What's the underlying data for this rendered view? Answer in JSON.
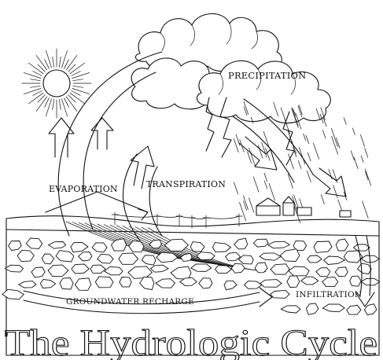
{
  "diagram": {
    "title": "The Hydrologic Cycle",
    "labels": {
      "precipitation": "PRECIPITATION",
      "evaporation": "EVAPORATION",
      "transpiration": "TRANSPIRATION",
      "infiltration": "INFILTRATION",
      "groundwater_recharge": "GROUNDWATER RECHARGE"
    },
    "icons": [
      "sun-icon",
      "cloud-icon",
      "lightning-icon",
      "rain-icon",
      "arrow-icon",
      "rock-icon",
      "utility-pole-icon",
      "farm-buildings-icon"
    ],
    "colors": {
      "ink": "#111111",
      "background": "#ffffff"
    }
  }
}
